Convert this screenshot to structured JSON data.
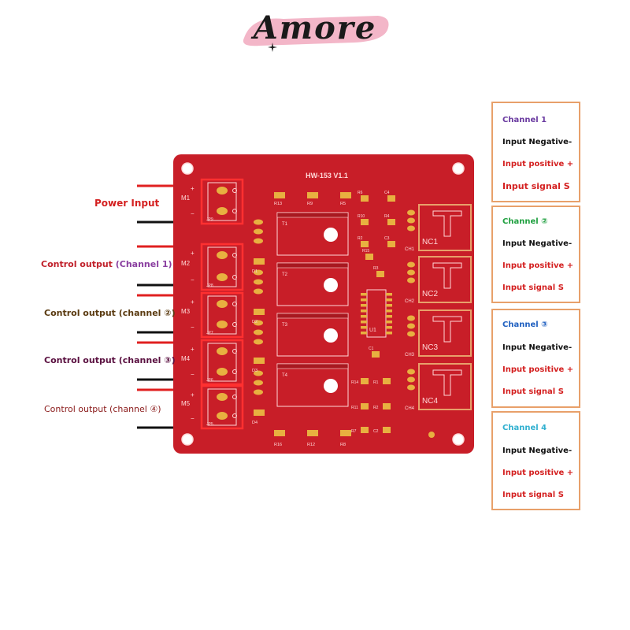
{
  "brand": {
    "name": "Amore"
  },
  "board": {
    "title": "HW-153 V1.1",
    "connectors": [
      "M1",
      "M2",
      "M3",
      "M4",
      "M5"
    ],
    "jumpers": [
      "JP9",
      "JP8",
      "JP7",
      "JP6",
      "JP5"
    ],
    "transistors": [
      "T1",
      "T2",
      "T3",
      "T4"
    ],
    "diodes": [
      "D1",
      "D2",
      "D3",
      "D4"
    ],
    "channels": [
      "CH1",
      "CH2",
      "CH3",
      "CH4"
    ],
    "relays": [
      "NC1",
      "NC2",
      "NC3",
      "NC4"
    ],
    "ic": "U1",
    "top_resistors": [
      "R13",
      "R9",
      "R5"
    ],
    "bottom_resistors": [
      "R16",
      "R12",
      "R8"
    ],
    "resistors_upper": [
      "R6",
      "C4",
      "R10",
      "R4",
      "R2",
      "C3",
      "R15",
      "R3",
      "C1"
    ],
    "resistors_lower": [
      "R14",
      "R1",
      "R11",
      "R2",
      "R7",
      "C2"
    ],
    "plus": "+",
    "minus": "−"
  },
  "left_labels": [
    {
      "text": "Power Input",
      "color": "#d42020"
    },
    {
      "text": "Control output (Channel 1)",
      "color": "#c0202a",
      "accent_part": "(Channel 1)",
      "accent_color": "#8a3fa0"
    },
    {
      "text": "Control output (channel ②)",
      "color": "#5a3a10"
    },
    {
      "text": "Control output (channel ③)",
      "color": "#5a1040"
    },
    {
      "text": "Control output (channel ④)",
      "color": "#8a1a1a"
    }
  ],
  "channel_boxes": [
    {
      "title": "Channel 1",
      "title_color": "#6a3aa0",
      "lines": [
        "Input Negative-",
        "Input positive +",
        "Input signal S"
      ]
    },
    {
      "title": "Channel ②",
      "title_color": "#20a040",
      "lines": [
        "Input Negative-",
        "Input positive +",
        "Input signal S"
      ]
    },
    {
      "title": "Channel ③",
      "title_color": "#2060c0",
      "lines": [
        "Input Negative-",
        "Input positive +",
        "Input signal S"
      ]
    },
    {
      "title": "Channel 4",
      "title_color": "#30b0d0",
      "lines": [
        "Input Negative-",
        "Input positive +",
        "Input signal S"
      ]
    }
  ],
  "colors": {
    "board": "#c81e28",
    "board_dark": "#a81820",
    "pad": "#e8b040",
    "silk": "#ffd8d8",
    "black_text": "#111111",
    "positive_text": "#d42020",
    "box_border": "#e8a06a"
  }
}
